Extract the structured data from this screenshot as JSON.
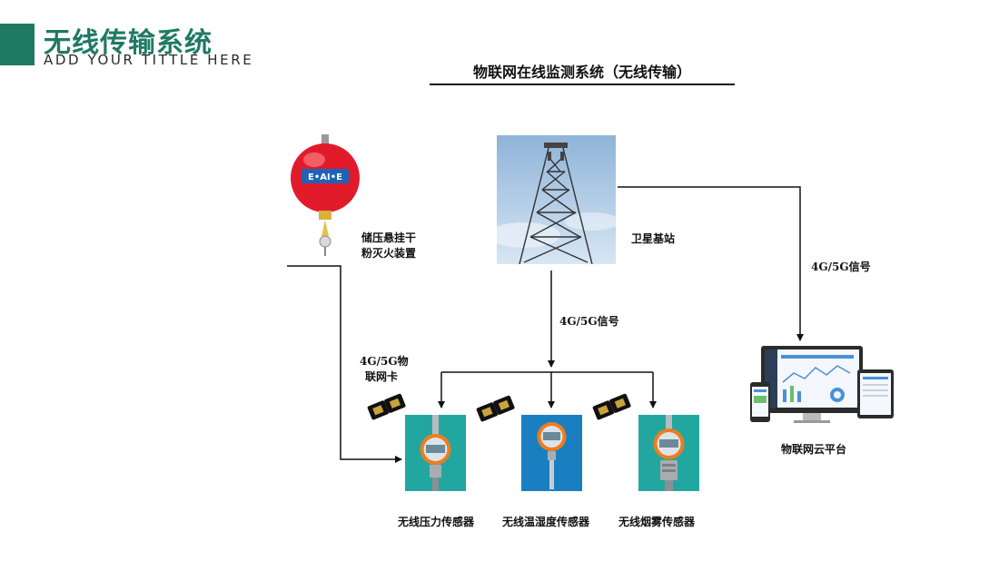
{
  "header": {
    "title": "无线传输系统",
    "subtitle": "ADD YOUR TITTLE HERE"
  },
  "diagram": {
    "title": "物联网在线监测系统（无线传输）",
    "nodes": {
      "extinguisher": {
        "label_line1": "储压悬挂干",
        "label_line2": "粉灭火装置",
        "logo_text": "E•AI•E"
      },
      "base_station": {
        "label": "卫星基站"
      },
      "iot_card": {
        "label_line1": "4G/5G物",
        "label_line2": "联网卡"
      },
      "cloud_platform": {
        "label": "物联网云平台"
      },
      "sensors": [
        {
          "label": "无线压力传感器"
        },
        {
          "label": "无线温湿度传感器"
        },
        {
          "label": "无线烟雾传感器"
        }
      ]
    },
    "edges": {
      "tower_to_sensors": "4G/5G信号",
      "tower_to_cloud": "4G/5G信号"
    }
  },
  "colors": {
    "accent": "#1f7a64",
    "sensor_panel_teal": "#22a7a0",
    "sensor_panel_blue": "#1a7fc1",
    "extinguisher_red": "#e21b2b",
    "sim_card_gold": "#c9a23a"
  }
}
